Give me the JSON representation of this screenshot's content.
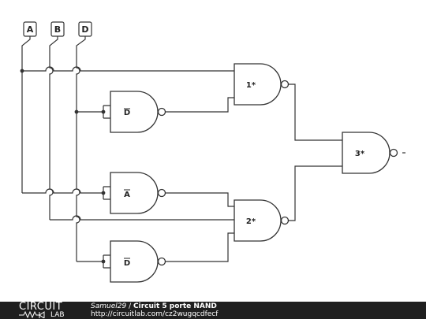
{
  "diagram": {
    "inputs": [
      {
        "id": "A",
        "label": "A"
      },
      {
        "id": "B",
        "label": "B"
      },
      {
        "id": "D",
        "label": "D"
      }
    ],
    "gates": {
      "g1": "1*",
      "g2": "2*",
      "g3": "3*",
      "not_d_top": "D",
      "not_a": "A",
      "not_d_bottom": "D"
    }
  },
  "footer": {
    "logo_top": "CIRCUIT",
    "logo_bottom": "LAB",
    "author": "Samuel29",
    "separator": "/",
    "title": "Circuit 5 porte NAND",
    "url": "http://circuitlab.com/cz2wugqcdfecf"
  }
}
